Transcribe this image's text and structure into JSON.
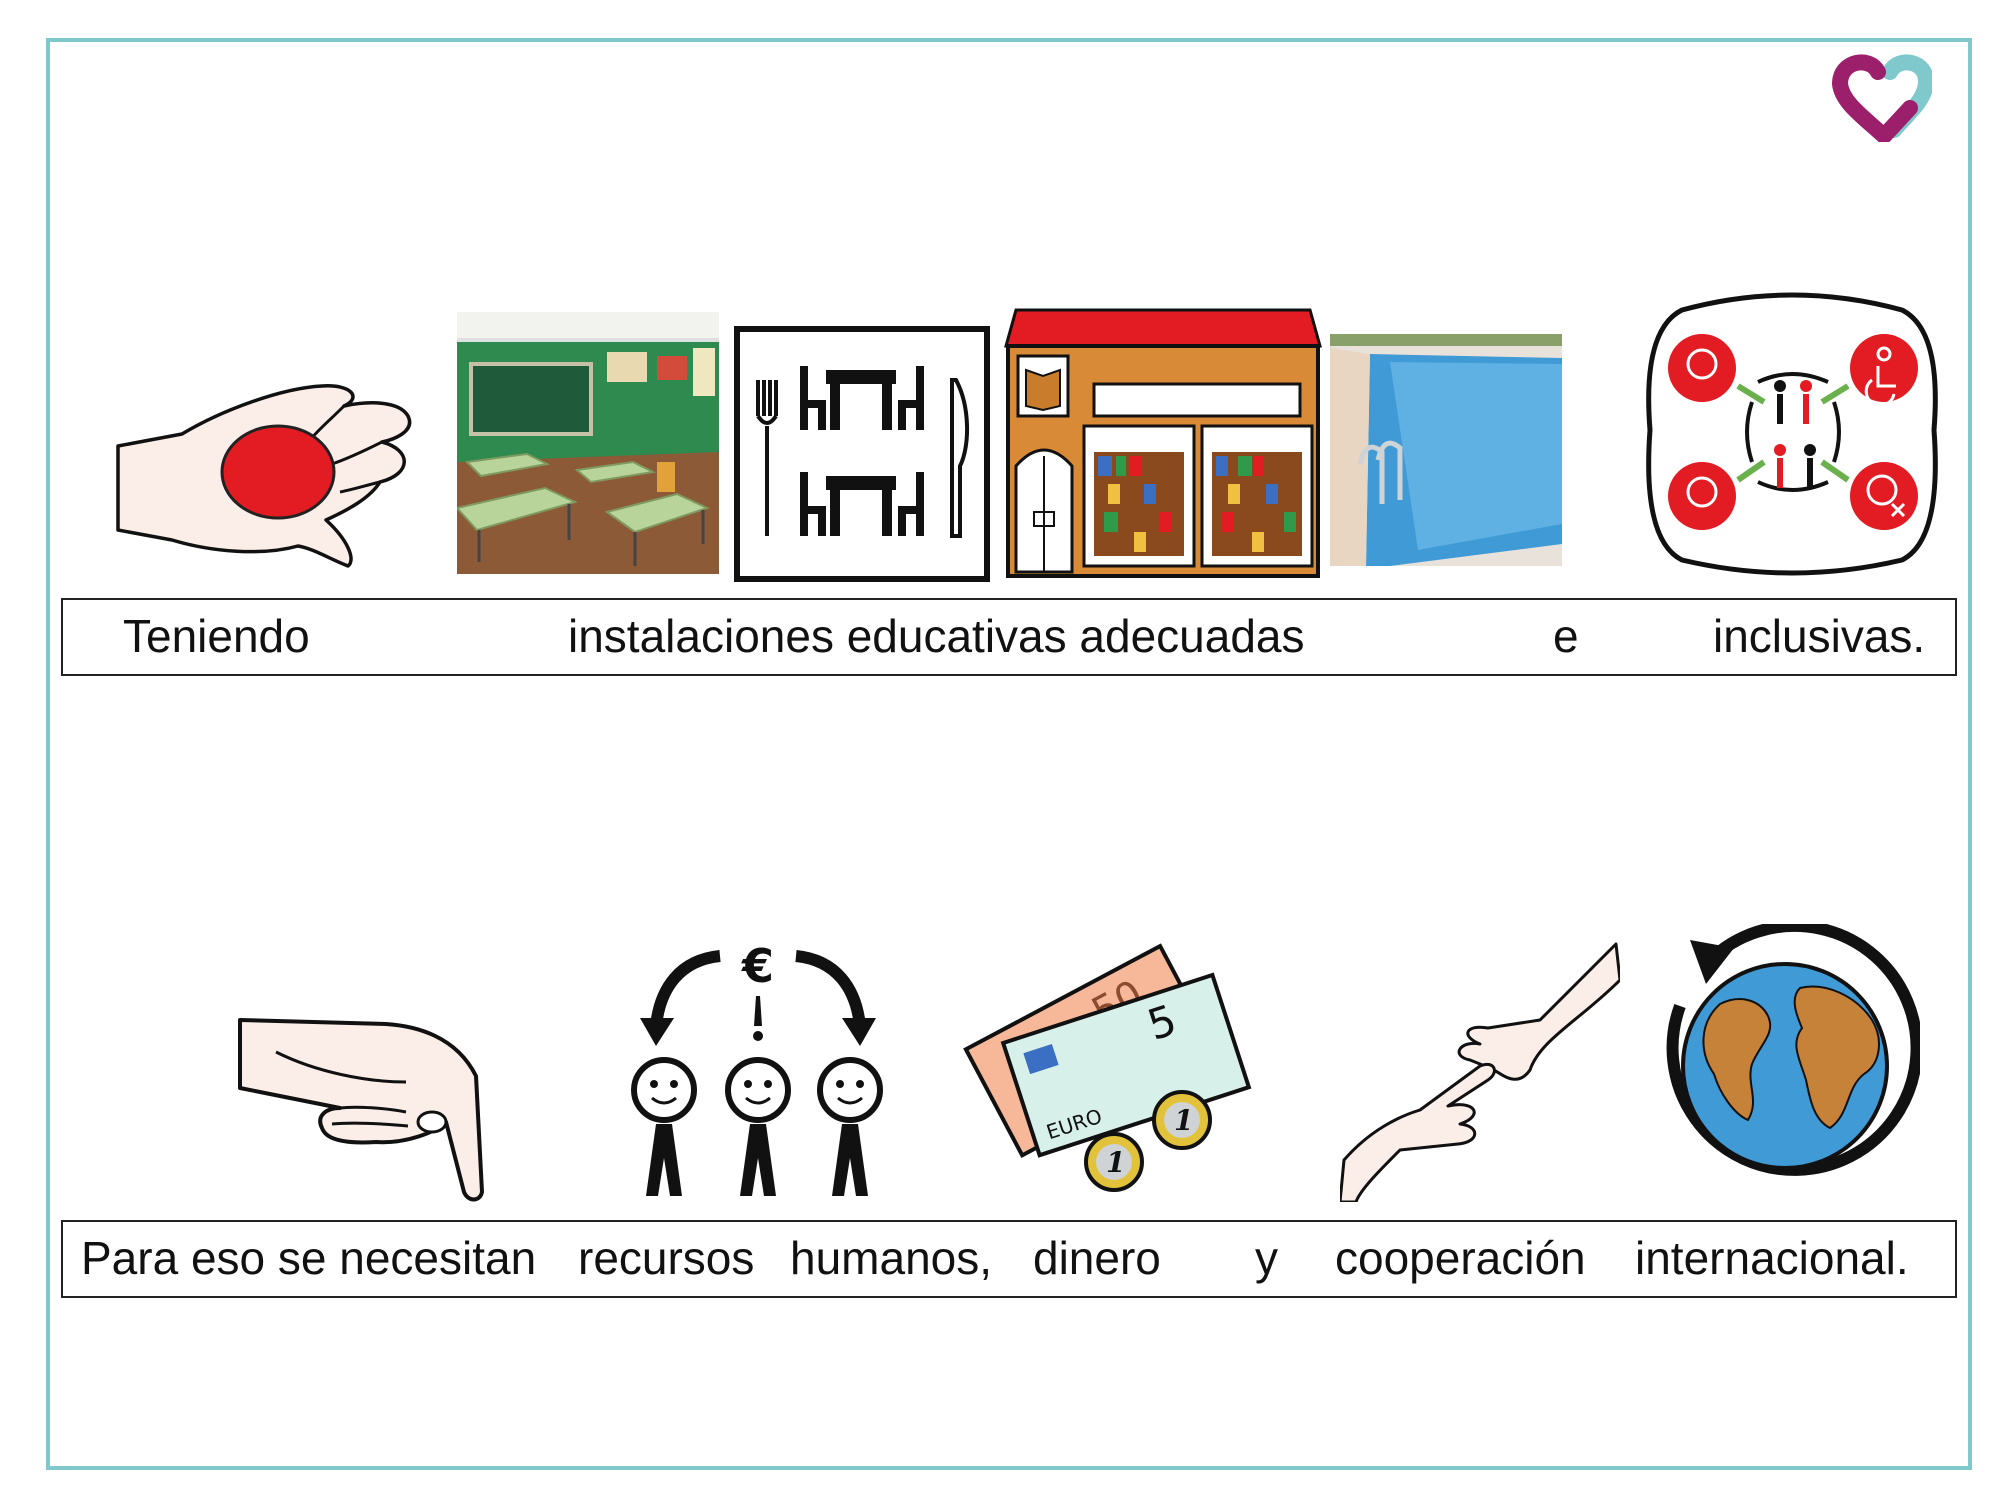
{
  "row1": {
    "words": [
      "Teniendo",
      "instalaciones educativas adecuadas",
      "e",
      "inclusivas."
    ]
  },
  "row2": {
    "words": [
      "Para eso se necesitan",
      "recursos",
      "humanos,",
      "dinero",
      "y",
      "cooperación",
      "internacional."
    ]
  },
  "icons": {
    "logo": "heart-logo",
    "tener": "hand-holding-icon",
    "aula": "classroom-photo",
    "comedor": "dining-room-icon",
    "biblioteca": "library-building-icon",
    "piscina": "swimming-pool-photo",
    "inclusion": "inclusion-icon",
    "necesitar": "hand-pointing-icon",
    "recursos_humanos": "people-resources-icon",
    "dinero": "money-icon",
    "cooperacion": "helping-hands-icon",
    "internacional": "world-icon"
  },
  "pictogram_text": {
    "euro_sign": "€",
    "note_50": "50",
    "note_5": "5",
    "note_euro": "EURO",
    "coin_1": "1"
  },
  "colors": {
    "frame": "#7fc9cc",
    "logo_magenta": "#9b1f6a",
    "logo_teal": "#7fc9cc",
    "pictogram_red": "#e31b23"
  }
}
